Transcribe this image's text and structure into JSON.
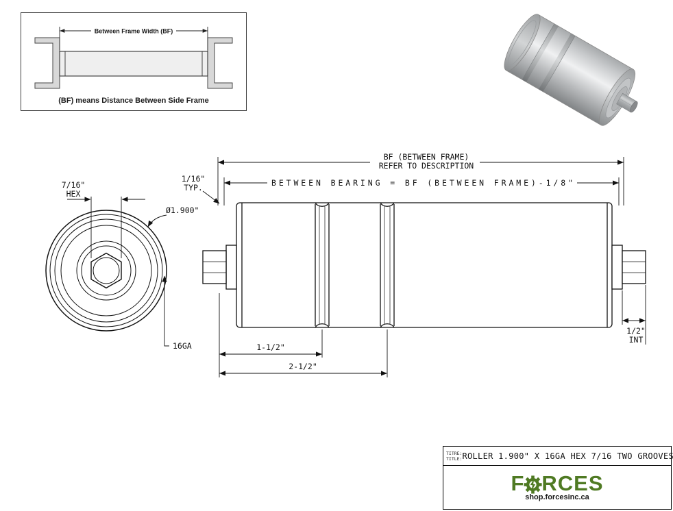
{
  "colors": {
    "accent_green": "#4f7a23",
    "drawing_line": "#111111"
  },
  "inset": {
    "dim_label": "Between Frame Width (BF)",
    "caption": "(BF) means Distance Between Side Frame"
  },
  "dimensions": {
    "bf_line1": "BF (BETWEEN FRAME)",
    "bf_line2": "REFER TO DESCRIPTION",
    "between_bearing": "BETWEEN BEARING = BF (BETWEEN FRAME)-1/8\"",
    "typ_value": "1/16\"",
    "typ_suffix": "TYP.",
    "hex_value": "7/16\"",
    "hex_suffix": "HEX",
    "diameter": "Ø1.900\"",
    "gauge": "16GA",
    "int_value": "1/2\"",
    "int_suffix": "INT",
    "groove1": "1-1/2\"",
    "groove2": "2-1/2\""
  },
  "title_block": {
    "label_fr": "TITRE:",
    "label_en": "TITLE:",
    "title": "ROLLER 1.900\" X 16GA HEX 7/16 TWO GROOVES\"",
    "brand_first": "F",
    "brand_rest": "RCES",
    "website": "shop.forcesinc.ca"
  }
}
